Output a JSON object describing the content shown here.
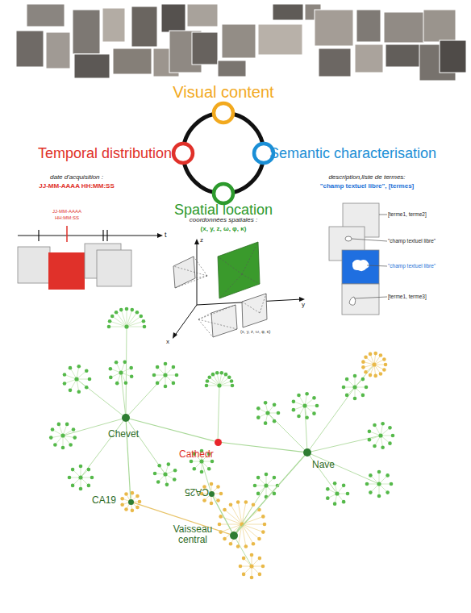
{
  "diagram": {
    "nodes": [
      {
        "text": [
          "Chevet"
        ]
      },
      {
        "text": [
          "Cathedr"
        ]
      },
      {
        "text": [
          "Nave"
        ]
      },
      {
        "text": [
          "CA19"
        ]
      },
      {
        "text": [
          "CA25"
        ]
      },
      {
        "text": [
          "Vaisseau central"
        ]
      }
    ],
    "edges": [
      {
        "from": 1,
        "to": 0,
        "arrow": "none"
      },
      {
        "from": 1,
        "to": 2,
        "arrow": "none"
      },
      {
        "from": 0,
        "to": 3,
        "arrow": "none"
      },
      {
        "from": 2,
        "to": 5,
        "arrow": "none"
      },
      {
        "from": 5,
        "to": 4,
        "arrow": "none"
      },
      {
        "from": 3,
        "to": 5,
        "arrow": "none"
      }
    ],
    "labels": [
      "Visual content",
      "Temporal distribution",
      "Semantic characterisation",
      "Spatial location",
      "date d'acquisition :",
      "JJ-MM-AAAA HH:MM:SS",
      "JJ-MM-AAAA",
      "HH:MM:SS",
      "t",
      "coordonnées spatiales :",
      "(x, y, z, ω, φ, κ)",
      "z",
      "y",
      "x",
      "(x, y, z, ω, φ, κ)",
      "description,liste de termes:",
      "\"champ textuel libre\", [termes]",
      "[terme1, terme2]",
      "\"champ textuel libre\"",
      "\"champ textuel libre\"",
      "[terme1, terme3]"
    ]
  }
}
